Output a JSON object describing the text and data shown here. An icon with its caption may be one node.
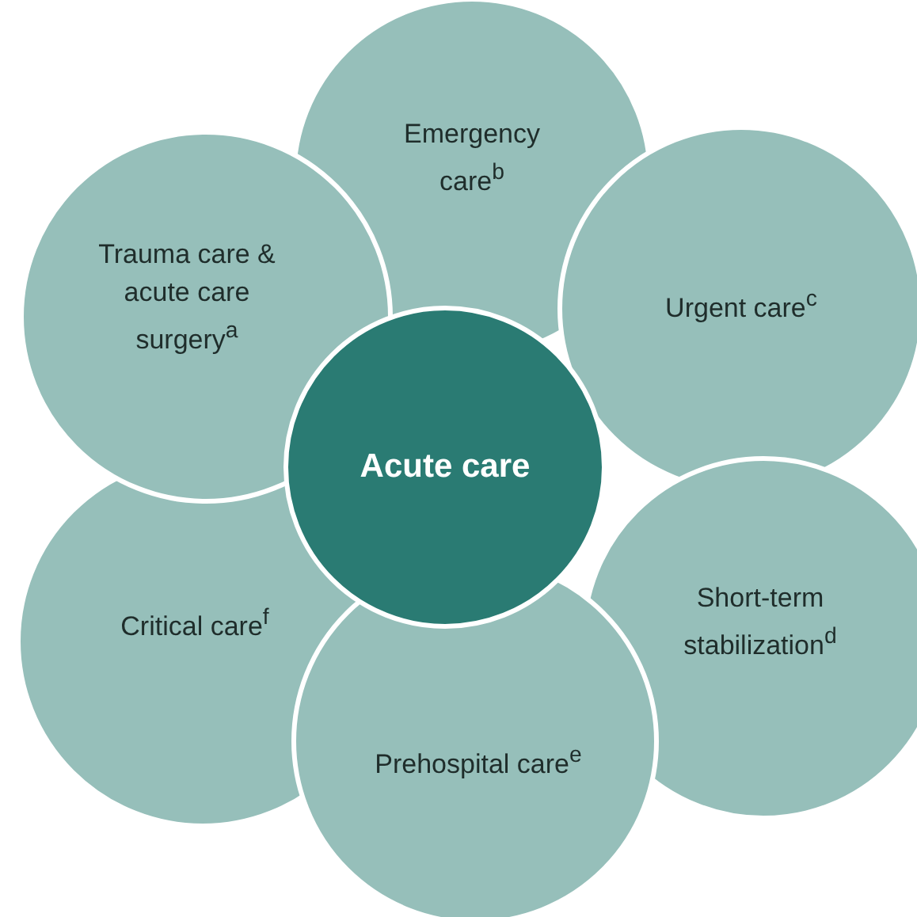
{
  "diagram": {
    "nodes": [
      {
        "text": [
          "Emergency care$^{b}$"
        ]
      },
      {
        "text": [
          "Trauma care & acute care surgery$^{a}$"
        ]
      },
      {
        "text": [
          "Urgent care$^{c}$"
        ]
      },
      {
        "text": [
          "Acute care"
        ]
      },
      {
        "text": [
          "Critical care$^{f}$"
        ]
      },
      {
        "text": [
          "Short-term stabilization$^{d}$"
        ]
      },
      {
        "text": [
          "Prehospital care$^{e}$"
        ]
      }
    ],
    "edges": []
  }
}
